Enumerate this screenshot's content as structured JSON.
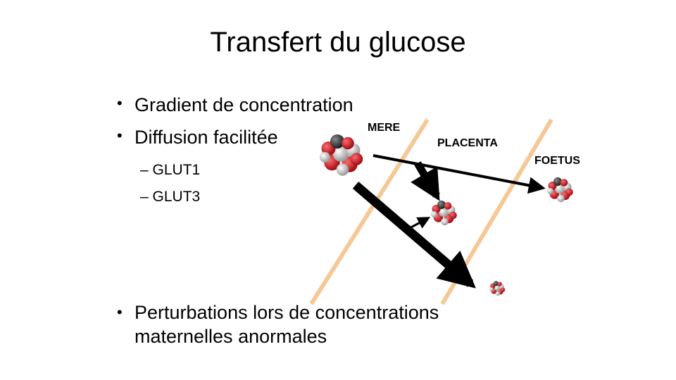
{
  "title": "Transfert du glucose",
  "bullets": [
    "Gradient de concentration",
    "Diffusion facilitée"
  ],
  "sub_bullets": [
    "– GLUT1",
    "– GLUT3"
  ],
  "bullet_bottom": [
    "Perturbations lors de concentrations",
    "maternelles anormales"
  ],
  "diagram": {
    "label_mere": "MERE",
    "label_placenta": "PLACENTA",
    "label_foetus": "FOETUS",
    "membrane_color": "#f5c896",
    "atom_colors": {
      "oxygen": "#c8141e",
      "carbon": "#3a3a3a",
      "hydrogen": "#e6e6e6"
    }
  }
}
